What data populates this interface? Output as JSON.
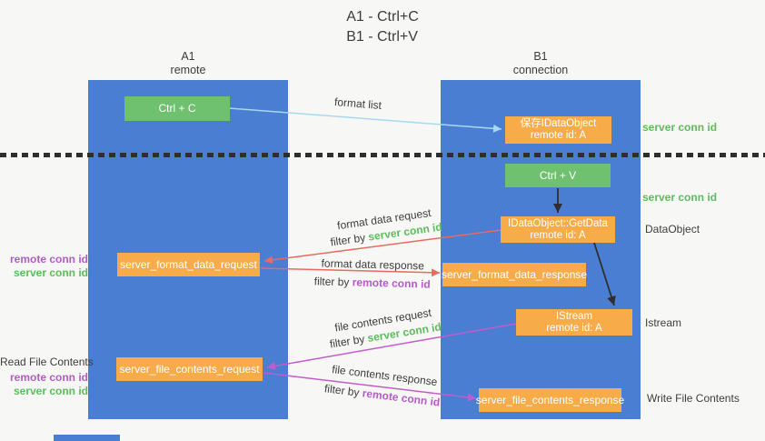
{
  "title": {
    "line1": "A1 - Ctrl+C",
    "line2": "B1 - Ctrl+V"
  },
  "lanes": {
    "a1": {
      "id": "A1",
      "label": "remote"
    },
    "b1": {
      "id": "B1",
      "label": "connection"
    }
  },
  "nodes": {
    "ctrl_c": {
      "label": "Ctrl + C"
    },
    "save_idataobject": {
      "line1": "保存IDataObject",
      "line2": "remote id: A"
    },
    "ctrl_v": {
      "label": "Ctrl + V"
    },
    "getdata": {
      "line1": "IDataObject::GetData",
      "line2": "remote id: A"
    },
    "format_request": {
      "label": "server_format_data_request"
    },
    "format_response": {
      "label": "server_format_data_response"
    },
    "istream": {
      "line1": "IStream",
      "line2": "remote id: A"
    },
    "file_request": {
      "label": "server_file_contents_request"
    },
    "file_response": {
      "label": "server_file_contents_response"
    }
  },
  "arrows": {
    "format_list": {
      "label": "format list"
    },
    "format_data_request": {
      "label": "format data request",
      "filter_prefix": "filter by",
      "filter_id": "server conn id"
    },
    "format_data_response": {
      "label": "format data response",
      "filter_prefix": "filter by",
      "filter_id": "remote conn id"
    },
    "file_contents_request": {
      "label": "file contents request",
      "filter_prefix": "filter by",
      "filter_id": "server conn id"
    },
    "file_contents_response": {
      "label": "file contents response",
      "filter_prefix": "filter by",
      "filter_id": "remote conn id"
    }
  },
  "side_labels": {
    "server_conn_id_top": "server conn id",
    "server_conn_id_mid": "server conn id",
    "dataobject": "DataObject",
    "istream": "Istream",
    "write_file_contents": "Write File Contents",
    "read_file_contents": "Read File Contents",
    "request_remote_conn_id": "remote conn id",
    "request_server_conn_id": "server conn id",
    "file_remote_conn_id": "remote conn id",
    "file_server_conn_id": "server conn id"
  },
  "colors": {
    "lane_blue": "#4a7ed3",
    "node_green": "#6fc06f",
    "node_orange": "#f8ac49",
    "arrow_lightblue": "#a8d8f0",
    "arrow_red": "#e96a5f",
    "arrow_magenta": "#c25ccc",
    "arrow_black": "#2e2e2e",
    "text_green": "#5cbd5c",
    "text_purple": "#b55bc8",
    "text_dark": "#3d3d3d"
  }
}
